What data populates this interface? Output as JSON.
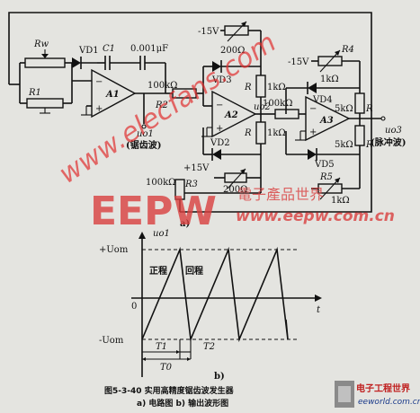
{
  "circuit": {
    "labels": {
      "rw": "Rw",
      "vd1": "VD1",
      "c1": "C1",
      "c_val": "0.001μF",
      "r1": "R1",
      "a1": "A1",
      "r2_val": "100kΩ",
      "r2": "R2",
      "uo1": "uo1",
      "uo1_name": "(锯齿波)",
      "neg15v_top": "-15V",
      "pot_top": "200Ω",
      "vd3": "VD3",
      "r_a": "R",
      "k1_a": "1kΩ",
      "a2": "A2",
      "uo2": "uo2",
      "r_link": "100kΩ",
      "r_b": "R",
      "k1_b": "1kΩ",
      "vd2": "VD2",
      "pos15v": "+15V",
      "r3_val": "100kΩ",
      "r3": "R3",
      "pot_bottom": "200Ω",
      "neg15v_right": "-15V",
      "r4": "R4",
      "k1_c": "1kΩ",
      "vd4": "VD4",
      "k5_a": "5kΩ",
      "r_c": "R",
      "a3": "A3",
      "uo3": "uo3",
      "uo3_name": "(脉冲波)",
      "k5_b": "5kΩ",
      "r_d": "R",
      "vd5": "VD5",
      "r5": "R5",
      "k1_d": "1kΩ",
      "sub_a": "a)"
    }
  },
  "waveform": {
    "y_label": "uo1",
    "x_label": "t",
    "pos_level": "+Uom",
    "neg_level": "-Uom",
    "zero": "0",
    "zheng_cheng": "正程",
    "hui_cheng": "回程",
    "t1": "T1",
    "t2": "T2",
    "t0": "T0",
    "sub_b": "b)"
  },
  "caption": {
    "line1": "图5-3-40   实用高精度锯齿波发生器",
    "line2": "a) 电路图    b) 输出波形图"
  },
  "watermarks": {
    "site": "www.elecfans.com",
    "eepw": "EEPW",
    "eepw_cn": "電子產品世界",
    "eepw_url": "www.eepw.com.cn",
    "logo_cn": "电子工程世界",
    "logo_url": "eeworld.com.cn"
  }
}
